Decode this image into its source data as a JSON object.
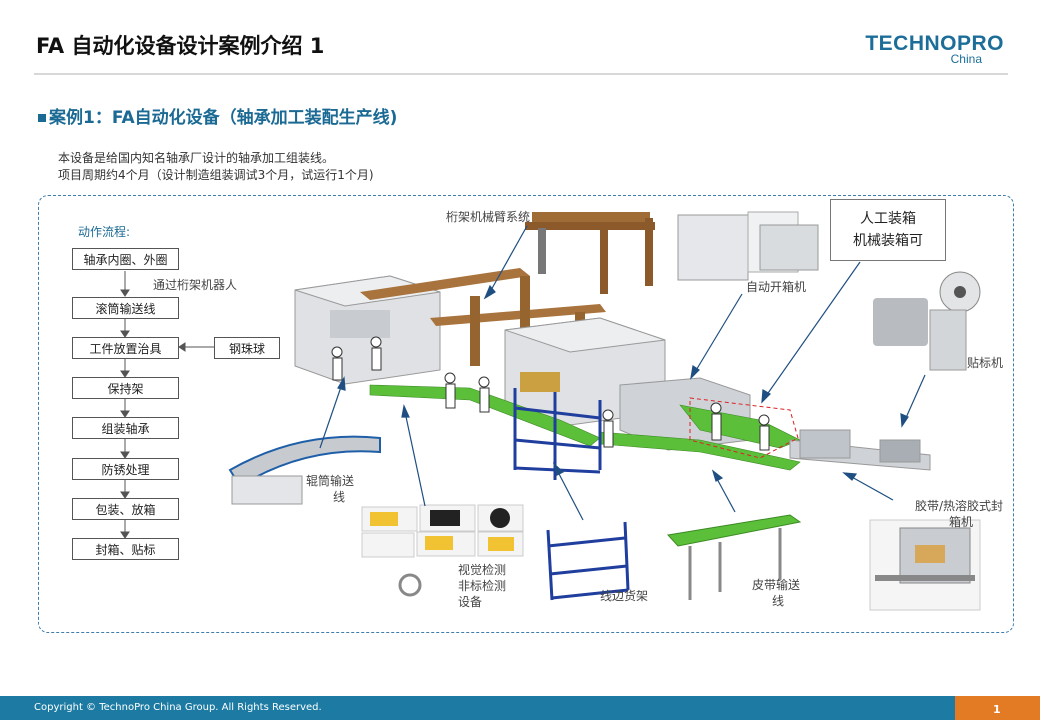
{
  "header": {
    "title": "FA 自动化设备设计案例介绍 1",
    "logo_main": "TECHNOPRO",
    "logo_sub": "China"
  },
  "section": {
    "title": "案例1：FA自动化设备（轴承加工装配生产线)",
    "desc_line1": "本设备是给国内知名轴承厂设计的轴承加工组装线。",
    "desc_line2": "项目周期约4个月（设计制造组装调试3个月，试运行1个月)"
  },
  "flow": {
    "title": "动作流程:",
    "steps": [
      "轴承内圈、外圈",
      "滚筒输送线",
      "工件放置治具",
      "保持架",
      "组装轴承",
      "防锈处理",
      "包装、放箱",
      "封箱、贴标"
    ],
    "note_robot": "通过桁架机器人",
    "side_input": "钢珠球"
  },
  "labels": {
    "gantry": "桁架机械臂系统",
    "auto_box": "自动开箱机",
    "labeler": "贴标机",
    "roller_1": "辊筒输送",
    "roller_2": "线",
    "vision_1": "视觉检测",
    "vision_2": "非标检测",
    "vision_3": "设备",
    "shelf": "线边货架",
    "belt_1": "皮带输送",
    "belt_2": "线",
    "sealer_1": "胶带/热溶胶式封",
    "sealer_2": "箱机"
  },
  "callout": {
    "line1": "人工装箱",
    "line2": "机械装箱可"
  },
  "footer": {
    "copyright": "Copyright © TechnoPro China Group. All Rights Reserved.",
    "page": "1"
  },
  "colors": {
    "brand_blue": "#1b6a94",
    "footer_blue": "#1d7ba3",
    "footer_orange": "#e37b24",
    "conveyor_green": "#5bbf3a"
  }
}
